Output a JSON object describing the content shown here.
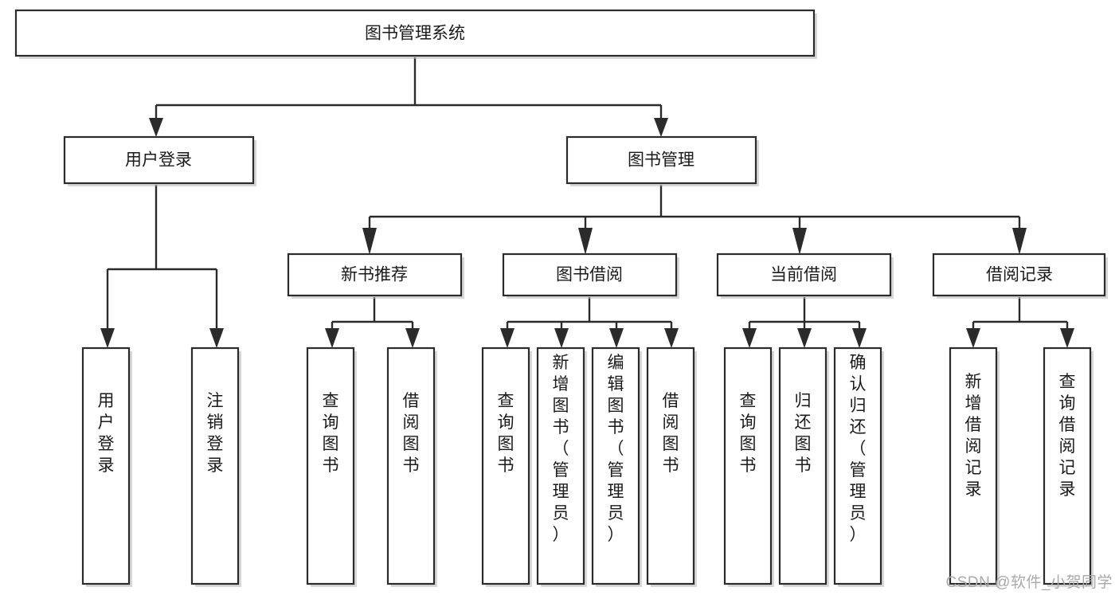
{
  "diagram": {
    "title": "图书管理系统",
    "watermark": "CSDN @软件_小贺同学",
    "colors": {
      "box_stroke": "#2b2b2b",
      "box_fill": "#ffffff",
      "connector": "#2b2b2b",
      "text": "#1a1a1a",
      "watermark": "#a9a9a9",
      "shadow": "#b8b8b8",
      "background": "#ffffff"
    },
    "levels": {
      "root": {
        "label": "图书管理系统"
      },
      "level2": [
        {
          "label": "用户登录"
        },
        {
          "label": "图书管理"
        }
      ],
      "level3": [
        {
          "label": "新书推荐"
        },
        {
          "label": "图书借阅"
        },
        {
          "label": "当前借阅"
        },
        {
          "label": "借阅记录"
        }
      ],
      "leaves": [
        {
          "label": "用户登录",
          "parent": "用户登录"
        },
        {
          "label": "注销登录",
          "parent": "用户登录"
        },
        {
          "label": "查询图书",
          "parent": "新书推荐"
        },
        {
          "label": "借阅图书",
          "parent": "新书推荐"
        },
        {
          "label": "查询图书",
          "parent": "图书借阅"
        },
        {
          "label": "新增图书（管理员）",
          "parent": "图书借阅"
        },
        {
          "label": "编辑图书（管理员）",
          "parent": "图书借阅"
        },
        {
          "label": "借阅图书",
          "parent": "图书借阅"
        },
        {
          "label": "查询图书",
          "parent": "当前借阅"
        },
        {
          "label": "归还图书",
          "parent": "当前借阅"
        },
        {
          "label": "确认归还（管理员）",
          "parent": "当前借阅"
        },
        {
          "label": "新增借阅记录",
          "parent": "借阅记录"
        },
        {
          "label": "查询借阅记录",
          "parent": "借阅记录"
        }
      ]
    }
  }
}
